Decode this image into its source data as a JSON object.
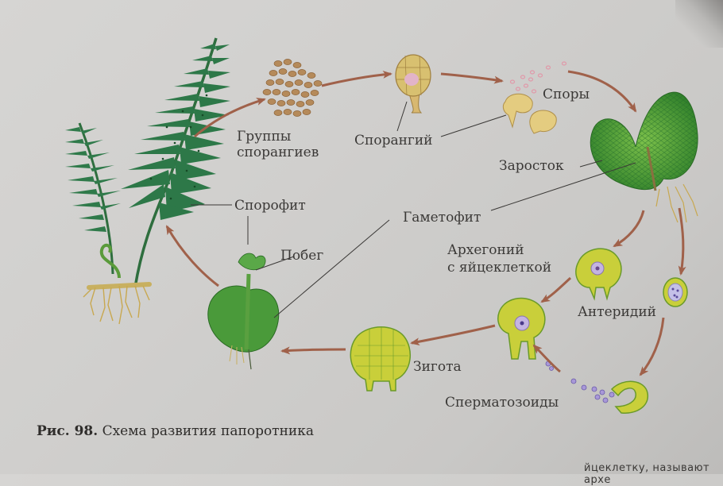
{
  "figure": {
    "number_label": "Рис. 98.",
    "title": "Схема развития папоротника"
  },
  "labels": {
    "sorus_groups_line1": "Группы",
    "sorus_groups_line2": "спорангиев",
    "sporangium": "Спорангий",
    "spores": "Споры",
    "prothallus": "Заросток",
    "sporophyte": "Спорофит",
    "gametophyte": "Гаметофит",
    "shoot": "Побег",
    "archegonium_line1": "Архегоний",
    "archegonium_line2": "с яйцеклеткой",
    "antheridium": "Антеридий",
    "zygote": "Зигота",
    "spermatozoids": "Сперматозоиды"
  },
  "page_text": {
    "bottom_fragment": "йцеклетку, называют архе"
  },
  "colors": {
    "paper": "#d2d1cf",
    "arrow": "#a0614a",
    "fern_green": "#2f7a4a",
    "prothallus_green": "#4f9a3a",
    "cell_yellow": "#c9cf3a",
    "cell_border": "#6a9a2a",
    "egg_violet": "#b9a9d9",
    "spore_pink": "#e8b8c8",
    "sporangium_tan": "#d8b870",
    "text": "#3b3937"
  }
}
